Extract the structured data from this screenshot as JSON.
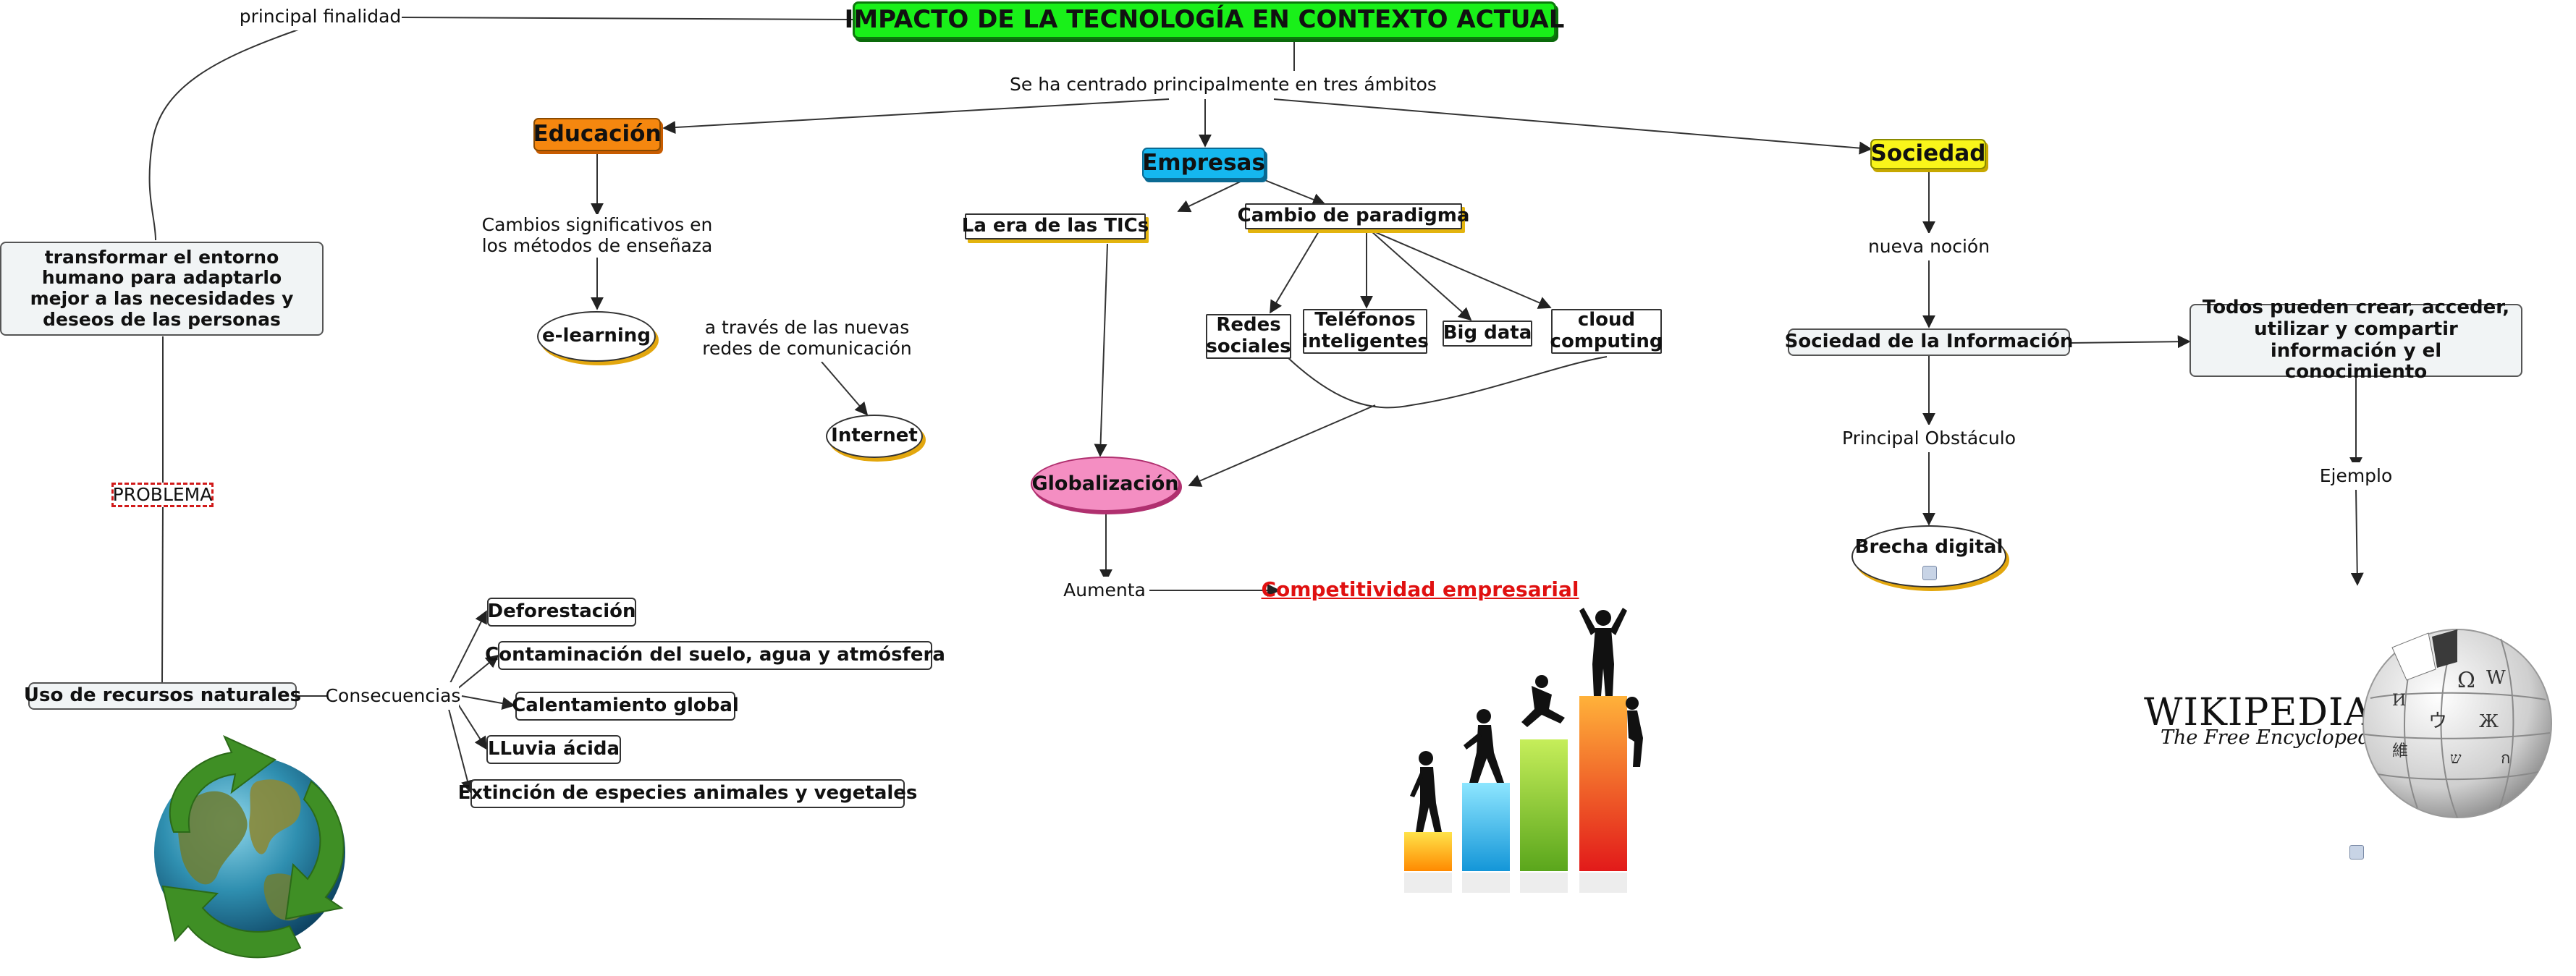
{
  "nodes": {
    "title": "IMPACTO DE LA TECNOLOGÍA EN CONTEXTO ACTUAL",
    "principal_finalidad": "principal finalidad",
    "tres_ambitos": "Se ha centrado principalmente en tres ámbitos",
    "educacion": "Educación",
    "empresas": "Empresas",
    "sociedad": "Sociedad",
    "transformar": "transformar el entorno humano para adaptarlo mejor a las necesidades y deseos de las personas",
    "problema": "PROBLEMA",
    "uso_recursos": "Uso de recursos naturales",
    "consecuencias": "Consecuencias",
    "deforestacion": "Deforestación",
    "contaminacion": "Contaminación del suelo, agua y atmósfera",
    "calentamiento": "Calentamiento global",
    "lluvia": "LLuvia ácida",
    "extincion": "Extinción de especies animales y vegetales",
    "cambios_significativos": "Cambios significativos en los métodos de enseñaza",
    "elearning": "e-learning",
    "a_traves": "a través de las nuevas redes de comunicación",
    "internet": "Internet",
    "era_tics": "La era de las TICs",
    "cambio_paradigma": "Cambio de paradigma",
    "redes_sociales": "Redes sociales",
    "telefonos": "Teléfonos inteligentes",
    "big_data": "Big data",
    "cloud": "cloud computing",
    "globalizacion": "Globalización",
    "aumenta": "Aumenta",
    "competitividad": "Competitividad empresarial",
    "nueva_nocion": "nueva noción",
    "sociedad_info": "Sociedad de la Información",
    "todos_pueden": "Todos pueden crear, acceder, utilizar y compartir información y el conocimiento",
    "principal_obstaculo": "Principal Obstáculo",
    "brecha": "Brecha digital",
    "ejemplo": "Ejemplo"
  },
  "logo": {
    "wordmark": "WIKIPEDIA",
    "tagline": "The Free Encyclopedia"
  },
  "colors": {
    "title_bg": "#19f019",
    "educacion_bg": "#f5870f",
    "empresas_bg": "#15b7ef",
    "sociedad_bg": "#f9f51a",
    "globalizacion_bg": "#f48ec2",
    "problema_border": "#d11a1a",
    "link_red": "#e01010"
  }
}
